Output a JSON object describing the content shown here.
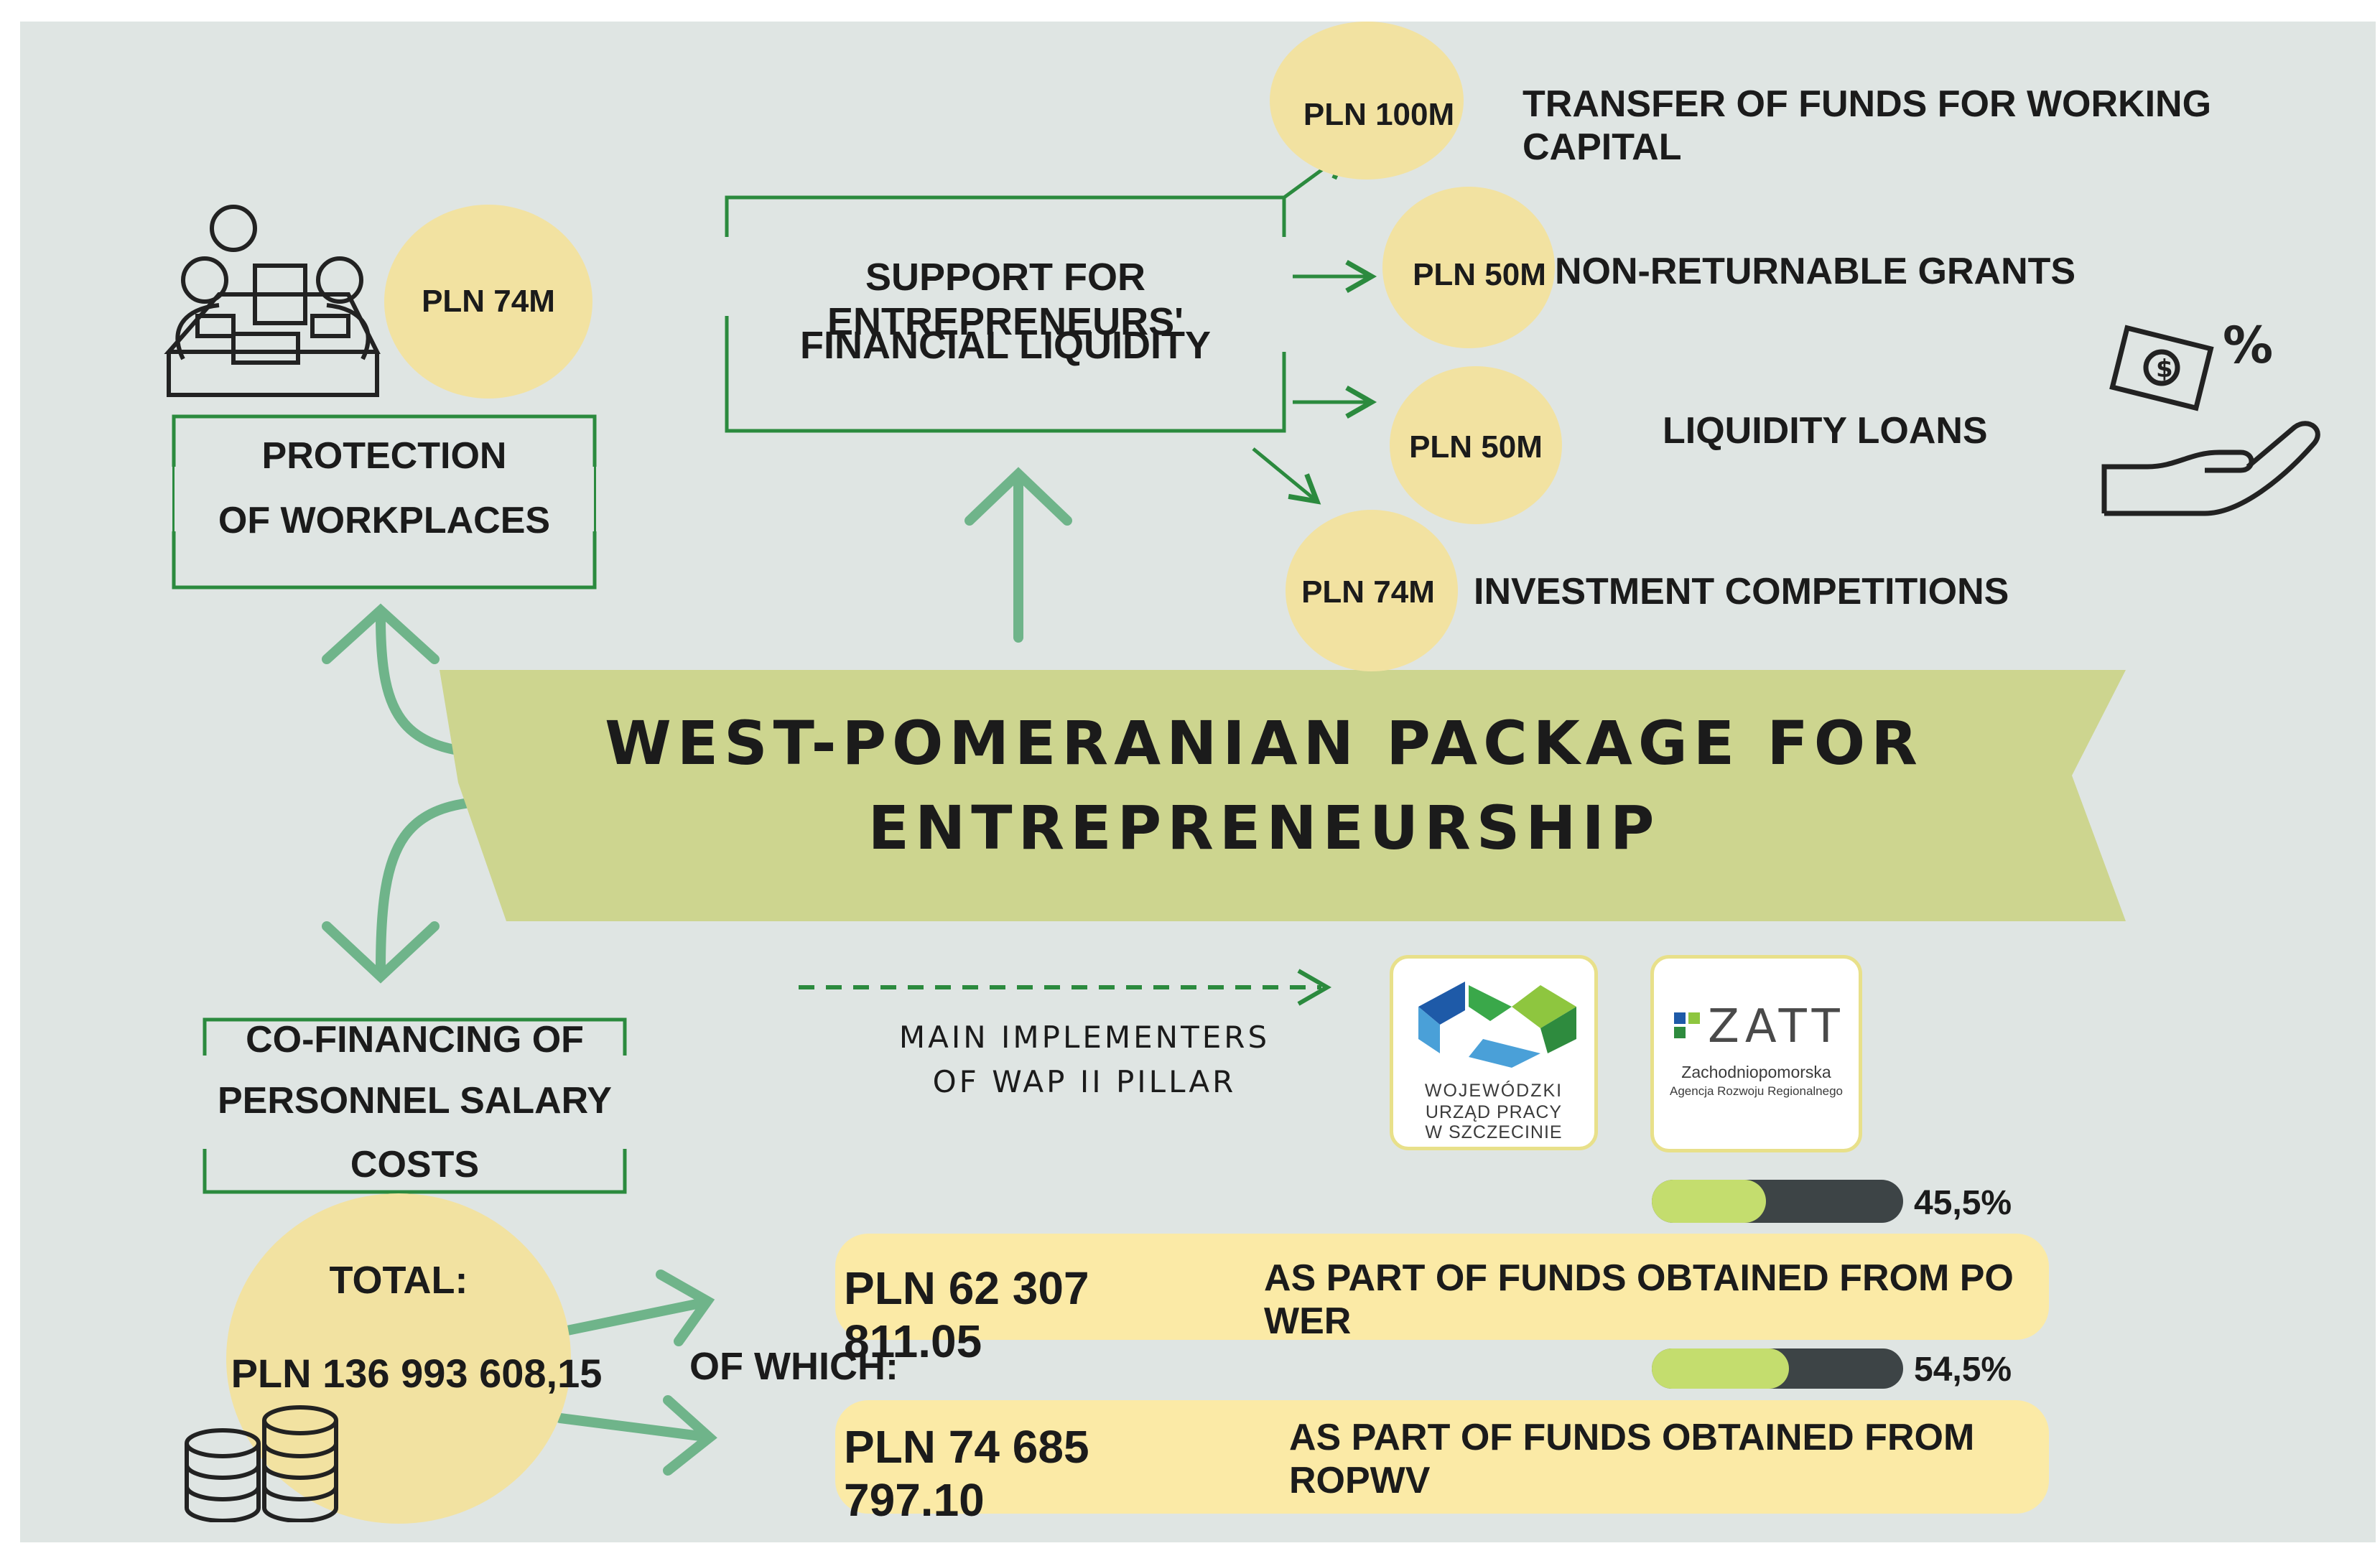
{
  "banner": {
    "line1": "WEST-POMERANIAN PACKAGE FOR",
    "line2": "ENTREPRENEURSHIP"
  },
  "protection": {
    "amount": "PLN 74M",
    "line1": "PROTECTION",
    "line2": "OF WORKPLACES"
  },
  "cofinancing": {
    "line1": "CO-FINANCING OF",
    "line2": "PERSONNEL SALARY",
    "line3": "COSTS"
  },
  "liquidity": {
    "line1": "SUPPORT FOR ENTREPRENEURS'",
    "line2": "FINANCIAL LIQUIDITY",
    "items": [
      {
        "amount": "PLN 100M",
        "label": "TRANSFER OF FUNDS FOR WORKING CAPITAL"
      },
      {
        "amount": "PLN 50M",
        "label": "NON-RETURNABLE GRANTS"
      },
      {
        "amount": "PLN 50M",
        "label": "LIQUIDITY LOANS"
      },
      {
        "amount": "PLN 74M",
        "label": "INVESTMENT COMPETITIONS"
      }
    ]
  },
  "implementers": {
    "line1": "MAIN IMPLEMENTERS",
    "line2": "OF WAP II PILLAR",
    "wup": {
      "line1": "WOJEWÓDZKI",
      "line2": "URZĄD PRACY",
      "line3": "W SZCZECINIE"
    },
    "zarr": {
      "name": "ZATT",
      "line1": "Zachodniopomorska",
      "line2": "Agencja Rozwoju Regionalnego"
    }
  },
  "total": {
    "label": "TOTAL:",
    "amount": "PLN 136 993 608,15",
    "of_which": "OF WHICH:"
  },
  "funds": [
    {
      "amount": "PLN 62 307 811.05",
      "label": "AS PART OF FUNDS OBTAINED FROM PO WER",
      "percent_text": "45,5%",
      "share": 0.455
    },
    {
      "amount": "PLN 74 685 797.10",
      "label": "AS PART OF FUNDS OBTAINED FROM ROPWV",
      "percent_text": "54,5%",
      "share": 0.545
    }
  ],
  "colors": {
    "background": "#dfe5e3",
    "green": "#2b8a3e",
    "light_green_arrow": "#6fb48a",
    "circle": "#f2e2a1",
    "banner": "#cdd58f",
    "pill": "#fbeaa6",
    "bar_fill": "#c4dd6e",
    "bar_track": "#3d4446"
  },
  "icons": [
    "meeting-icon",
    "money-hand-icon",
    "coins-icon"
  ]
}
